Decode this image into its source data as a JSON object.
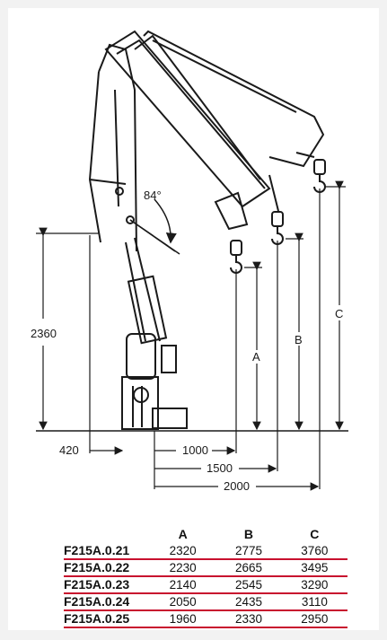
{
  "diagram": {
    "angle_label": "84°",
    "height_label": "2360",
    "offset_label": "420",
    "reach_labels": [
      "1000",
      "1500",
      "2000"
    ],
    "hook_height_labels": [
      "A",
      "B",
      "C"
    ],
    "colors": {
      "line": "#1a1a1a",
      "accent": "#c8102e"
    }
  },
  "table": {
    "columns": [
      "",
      "A",
      "B",
      "C"
    ],
    "rows": [
      {
        "model": "F215A.0.21",
        "a": "2320",
        "b": "2775",
        "c": "3760"
      },
      {
        "model": "F215A.0.22",
        "a": "2230",
        "b": "2665",
        "c": "3495"
      },
      {
        "model": "F215A.0.23",
        "a": "2140",
        "b": "2545",
        "c": "3290"
      },
      {
        "model": "F215A.0.24",
        "a": "2050",
        "b": "2435",
        "c": "3110"
      },
      {
        "model": "F215A.0.25",
        "a": "1960",
        "b": "2330",
        "c": "2950"
      }
    ]
  }
}
